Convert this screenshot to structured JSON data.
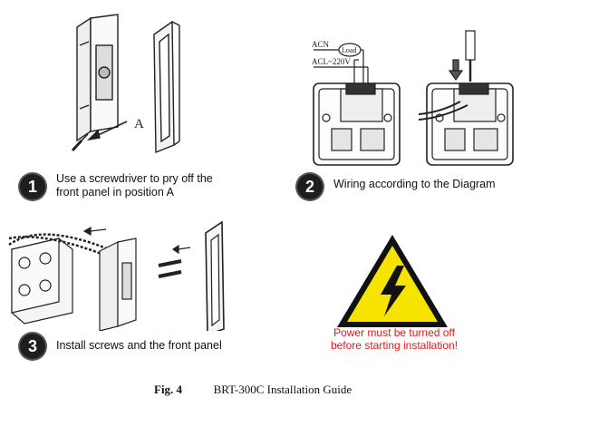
{
  "step1": {
    "number": "1",
    "text_line1": "Use a screwdriver to pry off the",
    "text_line2": "front panel in position A",
    "label_a": "A"
  },
  "step2": {
    "number": "2",
    "text": "Wiring according to the Diagram",
    "acn": "ACN",
    "acl": "ACL~220V",
    "load": "Load"
  },
  "step3": {
    "number": "3",
    "text": "Install screws and the front panel"
  },
  "warning": {
    "line1": "Power must be turned off",
    "line2": "before starting installation!",
    "sign_color": "#f7e300",
    "text_color": "#e8141a"
  },
  "caption": {
    "fig": "Fig. 4",
    "title": "BRT-300C Installation Guide"
  }
}
